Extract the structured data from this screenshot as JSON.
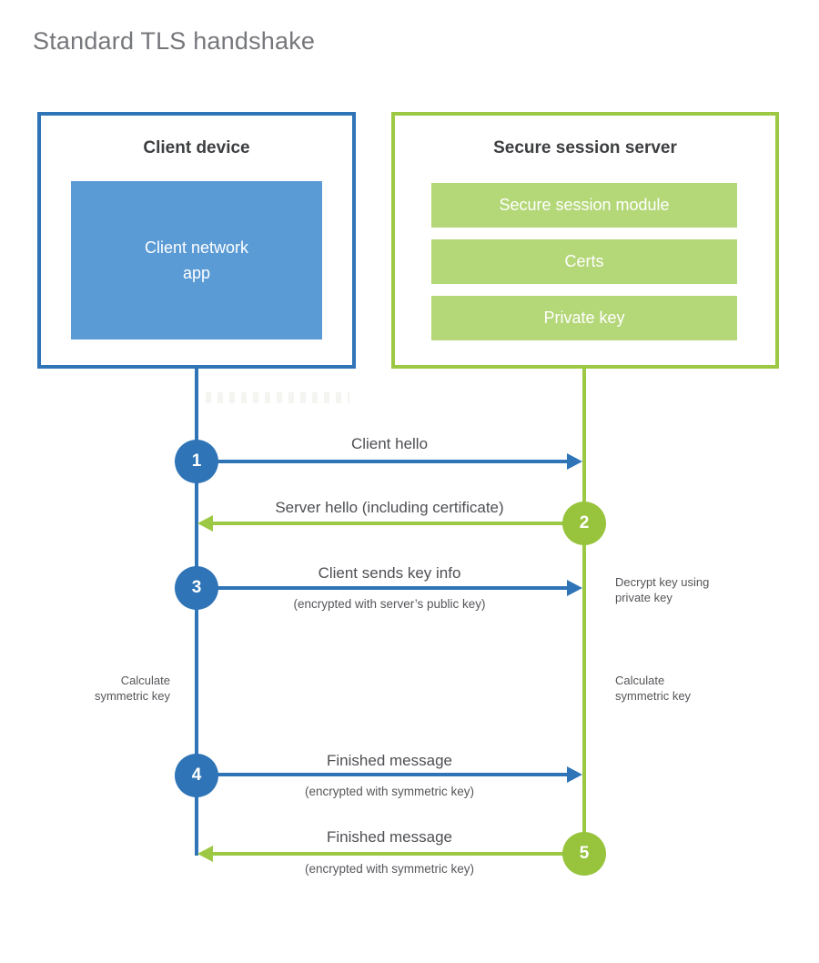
{
  "title": "Standard TLS handshake",
  "colors": {
    "blue": "#2e74b7",
    "blue_fill": "#5b9bd5",
    "green": "#9cc843",
    "green_circle": "#97c43c",
    "green_fill": "#b4d778",
    "heading_text": "#3d3e40",
    "label_text": "#4e4f53",
    "title_text": "#76777b"
  },
  "client": {
    "title": "Client device",
    "app_label": "Client network\napp"
  },
  "server": {
    "title": "Secure session server",
    "modules": [
      "Secure session module",
      "Certs",
      "Private key"
    ]
  },
  "steps": [
    {
      "num": "1",
      "direction": "client-to-server",
      "label": "Client hello",
      "sub": ""
    },
    {
      "num": "2",
      "direction": "server-to-client",
      "label": "Server hello (including certificate)",
      "sub": ""
    },
    {
      "num": "3",
      "direction": "client-to-server",
      "label": "Client sends key info",
      "sub": "(encrypted with server’s public key)"
    },
    {
      "num": "4",
      "direction": "client-to-server",
      "label": "Finished message",
      "sub": "(encrypted with symmetric key)"
    },
    {
      "num": "5",
      "direction": "server-to-client",
      "label": "Finished message",
      "sub": "(encrypted with symmetric key)"
    }
  ],
  "annotations": {
    "decrypt_note": "Decrypt key using\nprivate key",
    "calc_left": "Calculate\nsymmetric key",
    "calc_right": "Calculate\nsymmetric key"
  }
}
